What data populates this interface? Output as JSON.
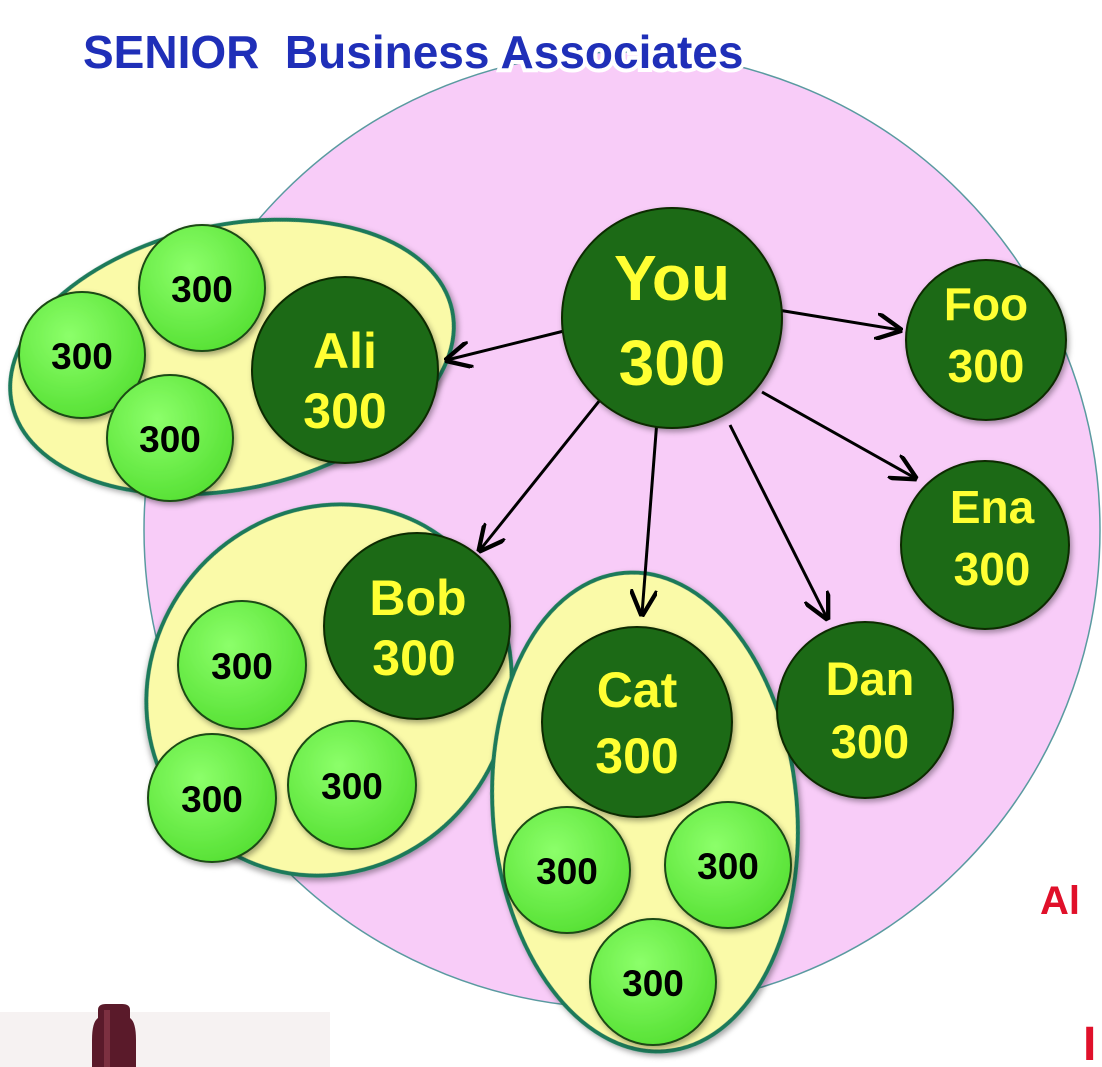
{
  "title": "SENIOR  Business Associates",
  "colors": {
    "pink_circle": "#f8ccf8",
    "yellow_group": "#fafaa8",
    "group_border": "#1f7a5a",
    "dark_node": "#1b6b12",
    "light_node": "#6cf44a",
    "title_blue": "#1f2fb8",
    "label_yellow": "#ffff33",
    "side_red": "#e0102a",
    "bottle": "#5a1a2a"
  },
  "nodes": {
    "you": {
      "name": "You",
      "value": "300"
    },
    "ali": {
      "name": "Ali",
      "value": "300"
    },
    "bob": {
      "name": "Bob",
      "value": "300"
    },
    "cat": {
      "name": "Cat",
      "value": "300"
    },
    "dan": {
      "name": "Dan",
      "value": "300"
    },
    "ena": {
      "name": "Ena",
      "value": "300"
    },
    "foo": {
      "name": "Foo",
      "value": "300"
    }
  },
  "sub_nodes": {
    "ali_group": [
      "300",
      "300",
      "300"
    ],
    "bob_group": [
      "300",
      "300",
      "300"
    ],
    "cat_group": [
      "300",
      "300",
      "300"
    ]
  },
  "side_text": {
    "line1": "Al",
    "line2": "I"
  }
}
